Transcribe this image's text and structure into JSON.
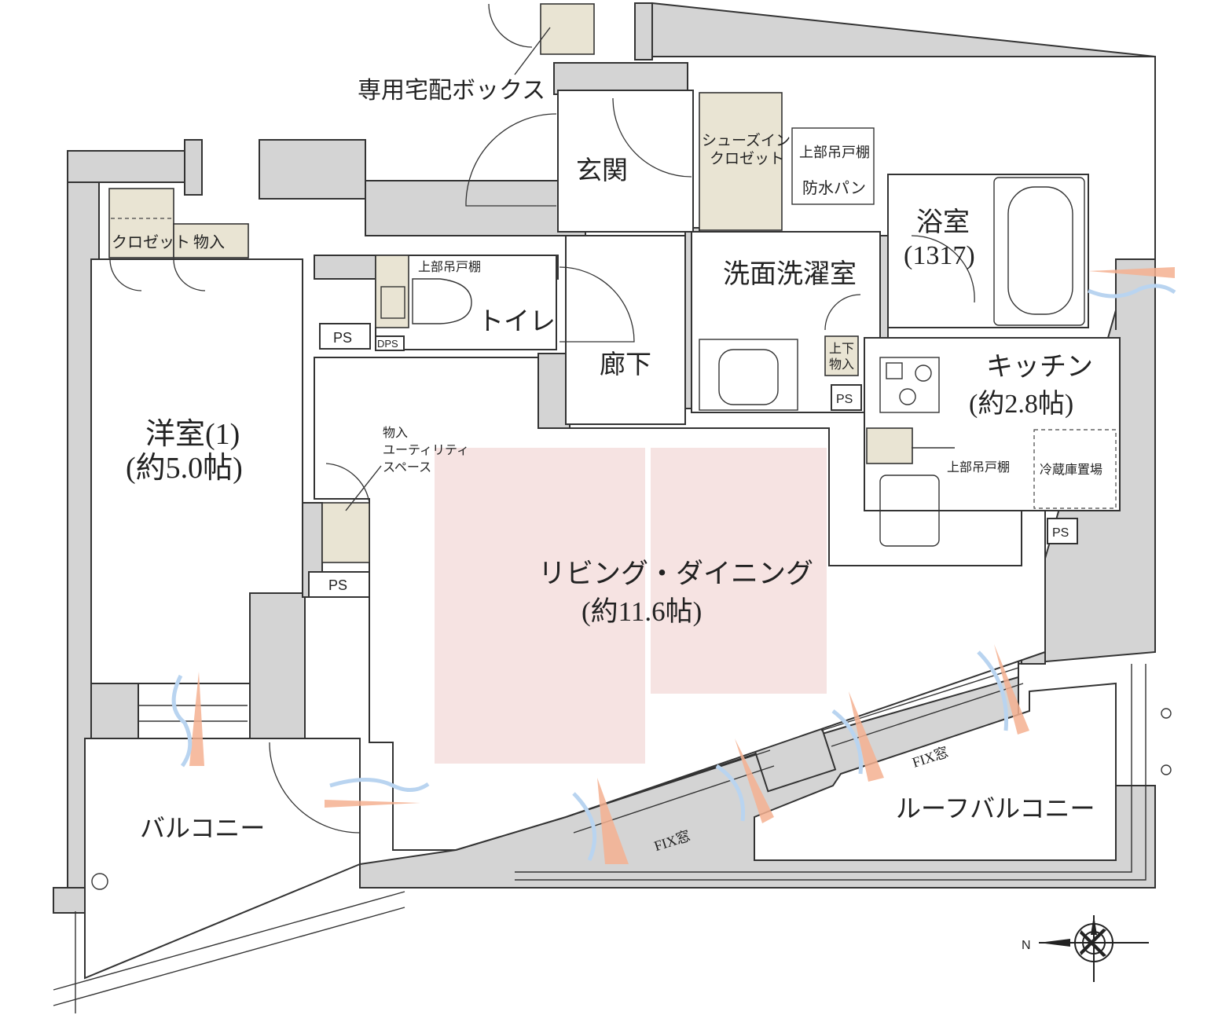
{
  "colors": {
    "wall": "#d4d4d4",
    "storage": "#e9e4d3",
    "delivery_box": "#fce5b5",
    "furniture_zone": "#f6e3e2",
    "wind_blue": "#b9d4f0",
    "wind_orange": "#f5b090"
  },
  "labels": {
    "delivery_box": "専用宅配ボックス",
    "entrance": "玄関",
    "shoe_closet_1": "シューズイン",
    "shoe_closet_2": "クロゼット",
    "upper_cabinet_laundry": "上部吊戸棚",
    "waterproof_pan": "防水パン",
    "bathroom": "浴室",
    "bathroom_size": "(1317)",
    "washroom": "洗面洗濯室",
    "toilet": "トイレ",
    "upper_cabinet_toilet": "上部吊戸棚",
    "corridor": "廊下",
    "closet": "クロゼット",
    "storage": "物入",
    "ps": "PS",
    "dps": "DPS",
    "upper_lower_storage_1": "上下",
    "upper_lower_storage_2": "物入",
    "kitchen": "キッチン",
    "kitchen_size": "(約2.8帖)",
    "upper_cabinet_kitchen": "上部吊戸棚",
    "fridge": "冷蔵庫置場",
    "western_room": "洋室(1)",
    "western_room_size": "(約5.0帖)",
    "utility_1": "物入",
    "utility_2": "ユーティリティ",
    "utility_3": "スペース",
    "living": "リビング・ダイニング",
    "living_size": "(約11.6帖)",
    "balcony": "バルコニー",
    "fix_window": "FIX窓",
    "roof_balcony": "ルーフバルコニー",
    "north": "N"
  },
  "icons": [
    "compass-icon",
    "bathtub-icon",
    "toilet-icon",
    "stove-icon",
    "sink-icon",
    "washbasin-icon",
    "ventilation-icon",
    "faucet-icon"
  ]
}
